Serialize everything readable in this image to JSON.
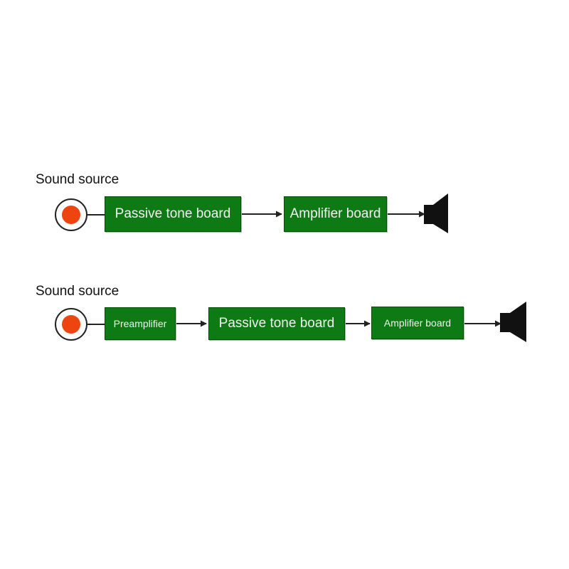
{
  "chains": [
    {
      "source_label": "Sound source",
      "stages": [
        "Passive tone board",
        "Amplifier board"
      ]
    },
    {
      "source_label": "Sound source",
      "stages": [
        "Preamplifier",
        "Passive tone board",
        "Amplifier board"
      ]
    }
  ],
  "colors": {
    "block_fill": "#0d7a14",
    "block_text": "#f2f2f2",
    "source_dot": "#ee4410",
    "wire": "#222222"
  }
}
